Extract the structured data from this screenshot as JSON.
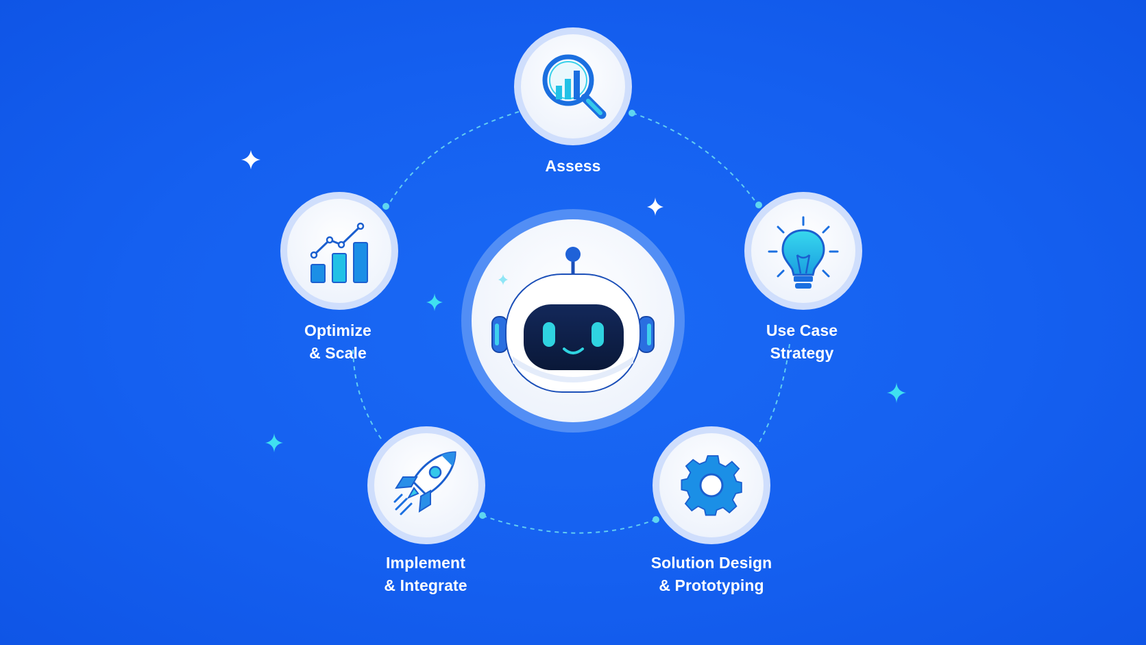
{
  "colors": {
    "background": "#1560f0",
    "node_fill": "#ffffff",
    "node_ring": "#c9dafc",
    "accent_cyan": "#22c4e8",
    "accent_blue": "#1b6fe0",
    "robot_visor": "#0d1f4a",
    "robot_eyes": "#2fd3e0",
    "dashed_path": "#67dcf0"
  },
  "center": {
    "icon": "robot-head-icon"
  },
  "steps": [
    {
      "id": "assess",
      "icon": "magnifier-bar-chart-icon",
      "lines": [
        "Assess"
      ]
    },
    {
      "id": "use-case-strategy",
      "icon": "lightbulb-icon",
      "lines": [
        "Use Case",
        "Strategy"
      ]
    },
    {
      "id": "solution-design",
      "icon": "gear-icon",
      "lines": [
        "Solution Design",
        "& Prototyping"
      ]
    },
    {
      "id": "implement",
      "icon": "rocket-icon",
      "lines": [
        "Implement",
        "& Integrate"
      ]
    },
    {
      "id": "optimize",
      "icon": "growth-chart-icon",
      "lines": [
        "Optimize",
        "& Scale"
      ]
    }
  ],
  "decorations": {
    "sparkle_icon": "sparkle-icon"
  }
}
